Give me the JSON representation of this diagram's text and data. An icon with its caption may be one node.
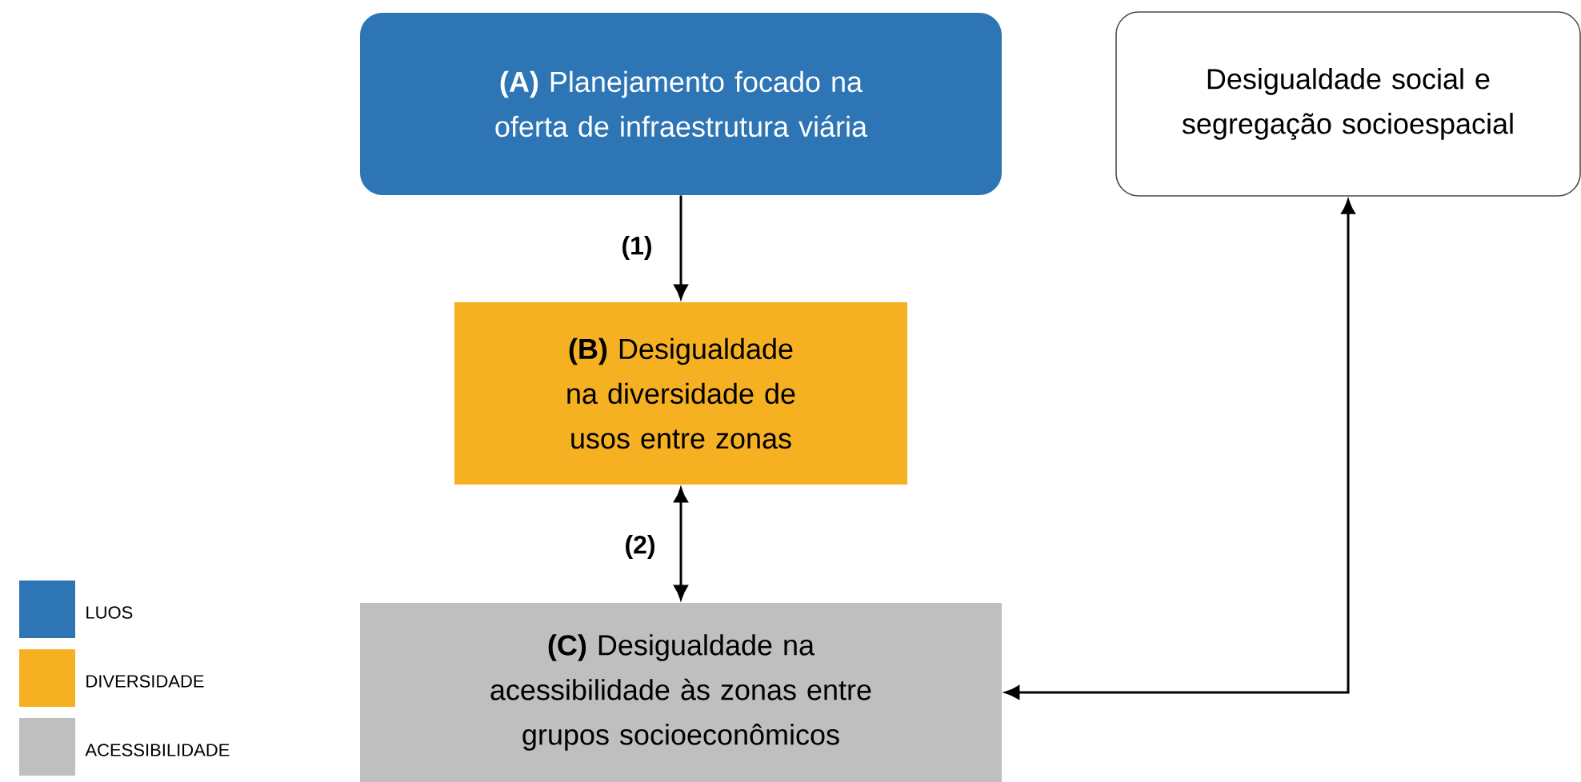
{
  "diagram": {
    "nodes": [
      {
        "text": [
          "**(A)** Planejamento focado na oferta de infraestrutura viária"
        ]
      },
      {
        "text": [
          "**(B)** Desigualdade na diversidade de usos entre zonas"
        ]
      },
      {
        "text": [
          "**(C)** Desigualdade na acessibilidade às zonas entre grupos socioeconômicos"
        ]
      },
      {
        "text": [
          "Desigualdade social e segregação socioespacial"
        ]
      }
    ],
    "edges": [
      {
        "from": 0,
        "to": 1,
        "arrow": "to",
        "label": "(1)"
      },
      {
        "from": 1,
        "to": 2,
        "arrow": "both",
        "label": "(2)"
      },
      {
        "from": 2,
        "to": 3,
        "arrow": "both"
      }
    ],
    "legend": [
      {
        "text": "LUOS",
        "color": "#2e75b6"
      },
      {
        "text": "DIVERSIDADE",
        "color": "#f5b122"
      },
      {
        "text": "ACESSIBILIDADE",
        "color": "#bfbfbf"
      }
    ]
  }
}
